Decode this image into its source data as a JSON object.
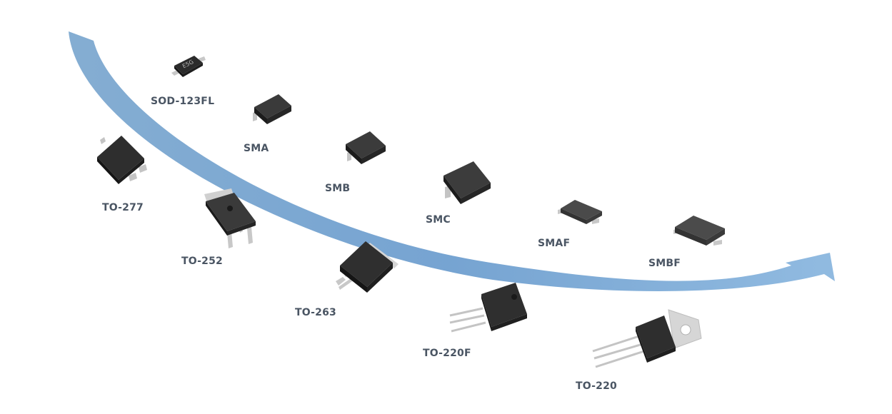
{
  "diagram": {
    "arrow_color": "#7fa9d1",
    "packages": [
      {
        "id": "sod123fl",
        "label": "SOD-123FL"
      },
      {
        "id": "sma",
        "label": "SMA"
      },
      {
        "id": "smb",
        "label": "SMB"
      },
      {
        "id": "smc",
        "label": "SMC"
      },
      {
        "id": "smaf",
        "label": "SMAF"
      },
      {
        "id": "smbf",
        "label": "SMBF"
      },
      {
        "id": "to277",
        "label": "TO-277"
      },
      {
        "id": "to252",
        "label": "TO-252"
      },
      {
        "id": "to263",
        "label": "TO-263"
      },
      {
        "id": "to220f",
        "label": "TO-220F"
      },
      {
        "id": "to220",
        "label": "TO-220"
      }
    ],
    "sod123fl_marking": "E5G"
  }
}
